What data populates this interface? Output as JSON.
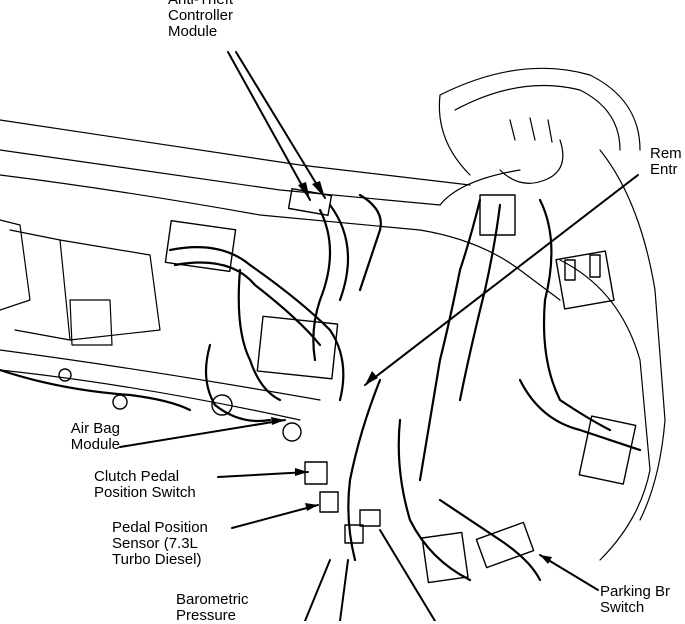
{
  "labels": {
    "anti_theft": [
      "Anti-Theft",
      "Controller",
      "Module"
    ],
    "remote_entry": [
      "Rem",
      "Entr"
    ],
    "air_bag": [
      "Air Bag",
      "Module"
    ],
    "clutch": [
      "Clutch Pedal",
      "Position Switch"
    ],
    "pedal_sensor": [
      "Pedal Position",
      "Sensor (7.3L",
      "Turbo Diesel)"
    ],
    "barometric": [
      "Barometric",
      "Pressure"
    ],
    "parking_brake": [
      "Parking Br",
      "Switch"
    ]
  },
  "colors": {
    "ink": "#000000",
    "paper": "#ffffff"
  }
}
